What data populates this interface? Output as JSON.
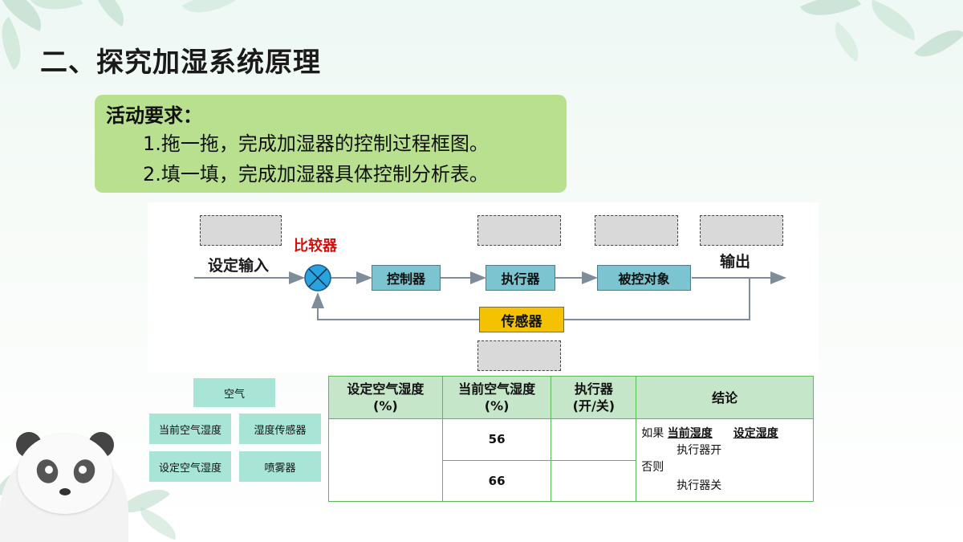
{
  "page_title": "二、探究加湿系统原理",
  "requirements": {
    "heading": "活动要求：",
    "items": [
      "1.拖一拖，完成加湿器的控制过程框图。",
      "2.填一填，完成加湿器具体控制分析表。"
    ]
  },
  "diagram": {
    "input_label": "设定输入",
    "comparator_label": "比较器",
    "output_label": "输出",
    "blocks": {
      "controller": "控制器",
      "actuator": "执行器",
      "controlled_object": "被控对象",
      "sensor": "传感器"
    }
  },
  "drag_items": [
    "空气",
    "当前空气湿度",
    "湿度传感器",
    "设定空气湿度",
    "喷雾器"
  ],
  "table": {
    "headers": [
      {
        "line1": "设定空气湿度",
        "line2": "(%)"
      },
      {
        "line1": "当前空气湿度",
        "line2": "(%)"
      },
      {
        "line1": "执行器",
        "line2": "(开/关)"
      },
      {
        "line1": "结论",
        "line2": ""
      }
    ],
    "current_values": [
      "56",
      "66"
    ],
    "conclusion": {
      "if_word": "如果",
      "current": "当前湿度",
      "setting": "设定湿度",
      "on_text": "执行器开",
      "else_word": "否则",
      "off_text": "执行器关"
    }
  },
  "colors": {
    "req_box": "#b9e08f",
    "block_fill": "#7cc4cf",
    "sensor_fill": "#f4c200",
    "comparator_fill": "#29a3e0",
    "comparator_label": "#d0120e",
    "tile_fill": "#a8e5d6",
    "table_header": "#c5e6c8",
    "table_border": "#5aba5a"
  }
}
